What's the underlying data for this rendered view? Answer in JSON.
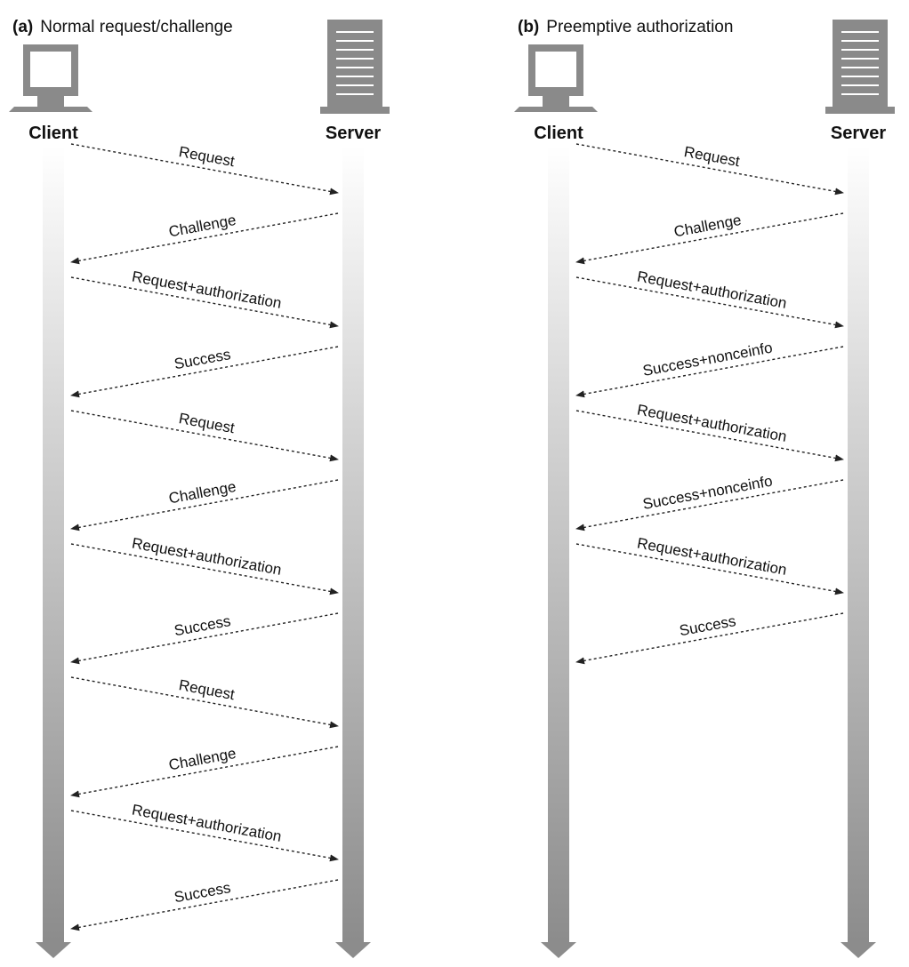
{
  "panels": [
    {
      "id": "a",
      "letter": "(a)",
      "title": "Normal request/challenge",
      "client_label": "Client",
      "server_label": "Server",
      "messages": [
        {
          "label": "Request",
          "direction": "to-server"
        },
        {
          "label": "Challenge",
          "direction": "to-client"
        },
        {
          "label": "Request+authorization",
          "direction": "to-server"
        },
        {
          "label": "Success",
          "direction": "to-client"
        },
        {
          "label": "Request",
          "direction": "to-server"
        },
        {
          "label": "Challenge",
          "direction": "to-client"
        },
        {
          "label": "Request+authorization",
          "direction": "to-server"
        },
        {
          "label": "Success",
          "direction": "to-client"
        },
        {
          "label": "Request",
          "direction": "to-server"
        },
        {
          "label": "Challenge",
          "direction": "to-client"
        },
        {
          "label": "Request+authorization",
          "direction": "to-server"
        },
        {
          "label": "Success",
          "direction": "to-client"
        }
      ]
    },
    {
      "id": "b",
      "letter": "(b)",
      "title": "Preemptive authorization",
      "client_label": "Client",
      "server_label": "Server",
      "messages": [
        {
          "label": "Request",
          "direction": "to-server"
        },
        {
          "label": "Challenge",
          "direction": "to-client"
        },
        {
          "label": "Request+authorization",
          "direction": "to-server"
        },
        {
          "label": "Success+nonceinfo",
          "direction": "to-client"
        },
        {
          "label": "Request+authorization",
          "direction": "to-server"
        },
        {
          "label": "Success+nonceinfo",
          "direction": "to-client"
        },
        {
          "label": "Request+authorization",
          "direction": "to-server"
        },
        {
          "label": "Success",
          "direction": "to-client"
        }
      ]
    }
  ]
}
